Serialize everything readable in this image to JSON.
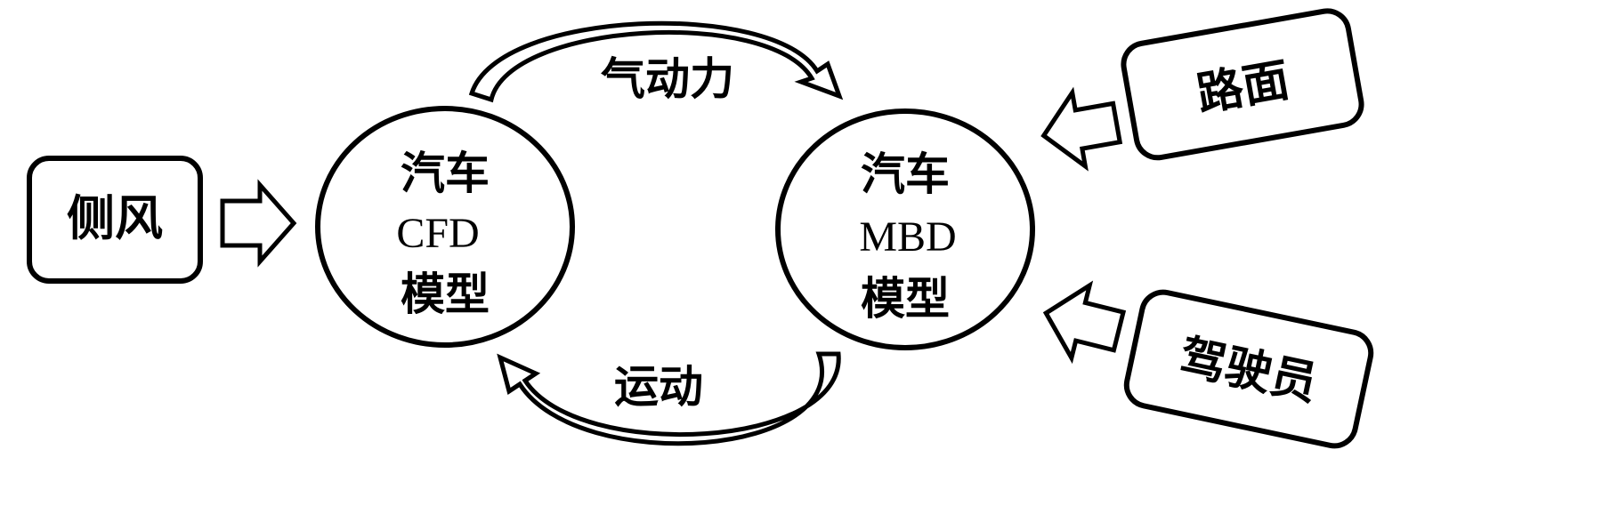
{
  "diagram": {
    "side_wind": "侧风",
    "road": "路面",
    "driver": "驾驶员",
    "aero_force": "气动力",
    "motion": "运动",
    "cfd_model": {
      "line1": "汽车",
      "line2": "CFD",
      "line3": "模型"
    },
    "mbd_model": {
      "line1": "汽车",
      "line2": "MBD",
      "line3": "模型"
    }
  }
}
